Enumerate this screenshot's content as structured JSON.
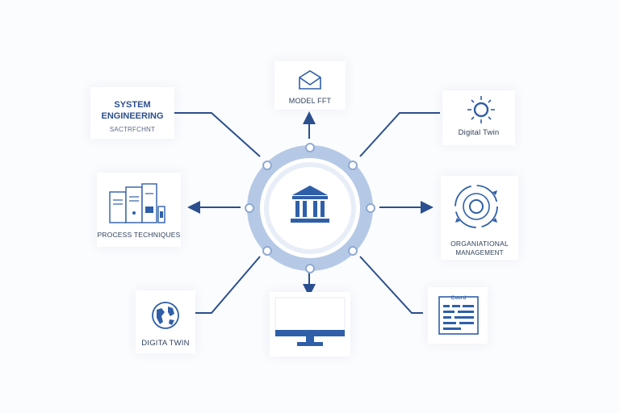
{
  "colors": {
    "primary": "#2f5fa8",
    "ring": "#b5c9e6",
    "ring_inner": "#e8eef8",
    "line": "#2b4f8f",
    "background": "#fbfcfe"
  },
  "center": {
    "icon": "bank-icon"
  },
  "nodes": {
    "system_engineering": {
      "title_line1": "SYSTEM",
      "title_line2": "ENGINEERING",
      "subtitle": "SACTRFCHNT",
      "icon": ""
    },
    "model": {
      "label": "MODEL FFT",
      "icon": "envelope-icon"
    },
    "digital_twin_top": {
      "label": "Digital Twin",
      "icon": "sun-icon"
    },
    "process": {
      "label": "PROCESS TECHNIQUES",
      "icon": "binders-icon"
    },
    "organizational": {
      "label_line1": "ORGANIATIONAL",
      "label_line2": "MANAGEMENT",
      "icon": "cycle-icon"
    },
    "digital_twin_bottom": {
      "label": "DIGITA TWIN",
      "icon": "globe-icon"
    },
    "monitor": {
      "icon": "monitor-icon"
    },
    "document": {
      "header": "Coord",
      "icon": "document-icon"
    }
  }
}
